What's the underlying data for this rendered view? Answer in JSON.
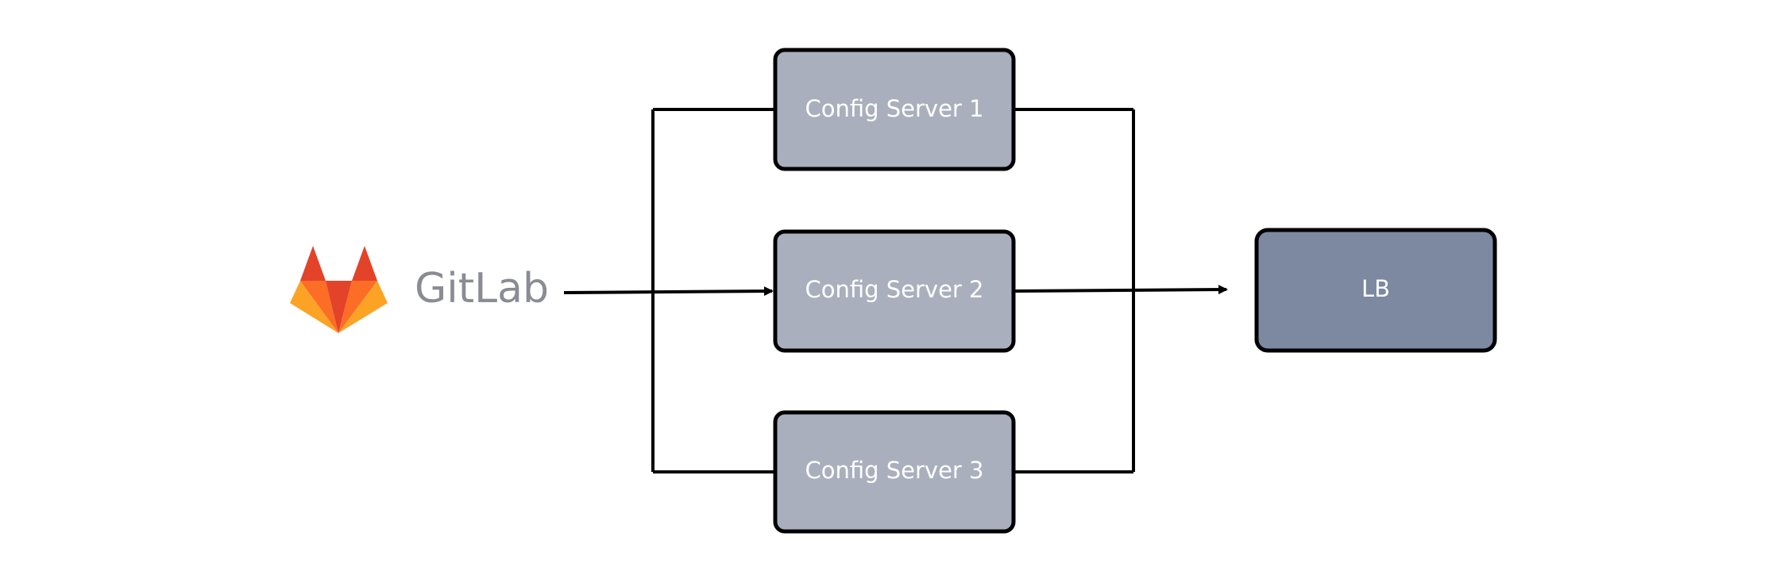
{
  "logo": {
    "text": "GitLab",
    "colors": {
      "dark_red": "#e24329",
      "orange": "#fc6d26",
      "light_orange": "#fca326",
      "text_gray": "#8a8c92"
    }
  },
  "nodes": {
    "config_server_1": {
      "label": "Config Server 1",
      "fill": "#a9afbd"
    },
    "config_server_2": {
      "label": "Config Server 2",
      "fill": "#a9afbd"
    },
    "config_server_3": {
      "label": "Config Server 3",
      "fill": "#a9afbd"
    },
    "lb": {
      "label": "LB",
      "fill": "#7d88a1"
    }
  },
  "edges": [
    {
      "from": "GitLab",
      "to": "Config Server 2",
      "arrow": true
    },
    {
      "from": "Config Server 2",
      "to": "LB",
      "arrow": true
    }
  ],
  "colors": {
    "stroke": "#000000",
    "background": "#ffffff"
  }
}
